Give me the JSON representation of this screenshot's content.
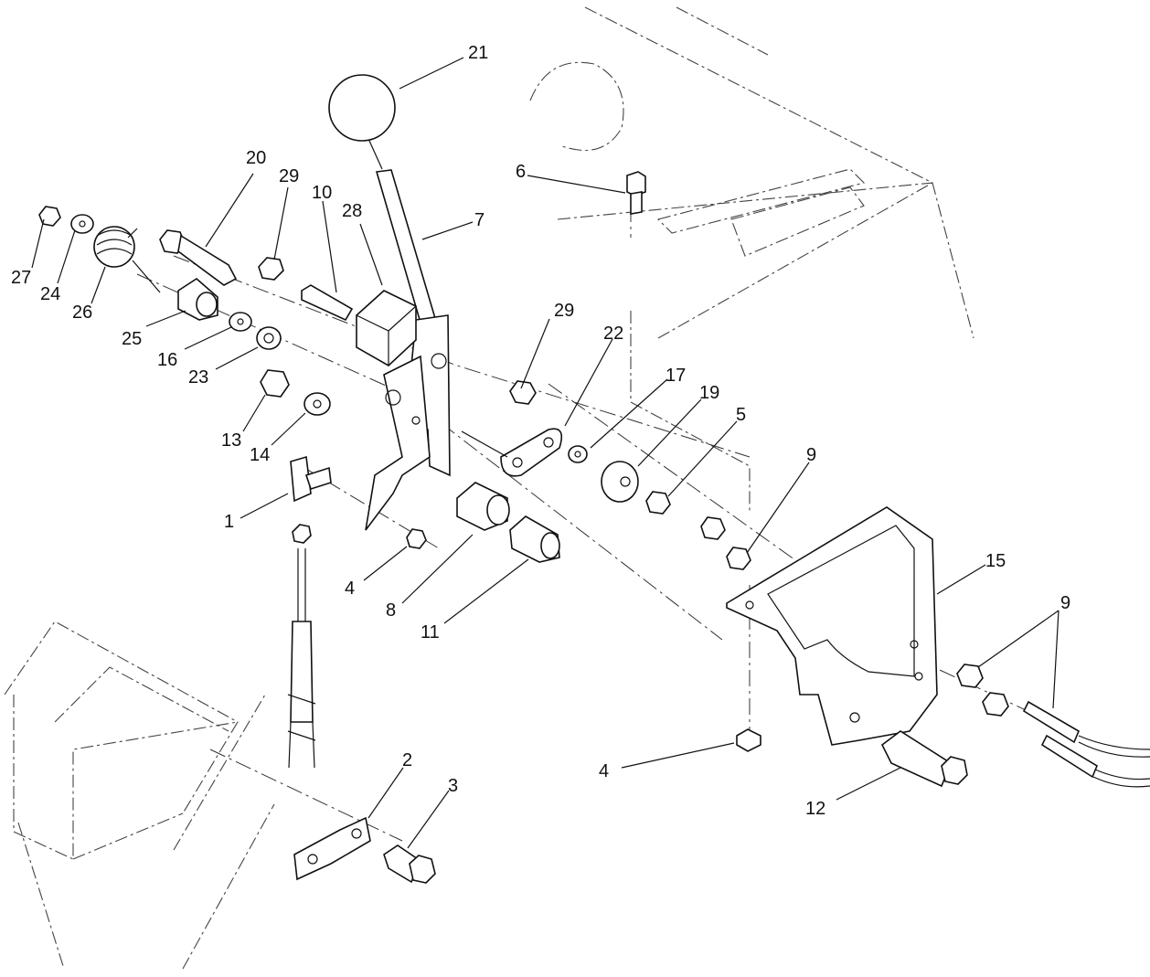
{
  "diagram": {
    "labels": {
      "p1": "1",
      "p2": "2",
      "p3": "3",
      "p4a": "4",
      "p4b": "4",
      "p5": "5",
      "p6": "6",
      "p7": "7",
      "p8": "8",
      "p9a": "9",
      "p9b": "9",
      "p10": "10",
      "p11": "11",
      "p12": "12",
      "p13": "13",
      "p14": "14",
      "p15": "15",
      "p16": "16",
      "p17": "17",
      "p19": "19",
      "p20": "20",
      "p21": "21",
      "p22": "22",
      "p23": "23",
      "p24": "24",
      "p25": "25",
      "p26": "26",
      "p27": "27",
      "p28": "28",
      "p29a": "29",
      "p29b": "29"
    },
    "colors": {
      "line": "#111111",
      "background": "#ffffff"
    }
  }
}
